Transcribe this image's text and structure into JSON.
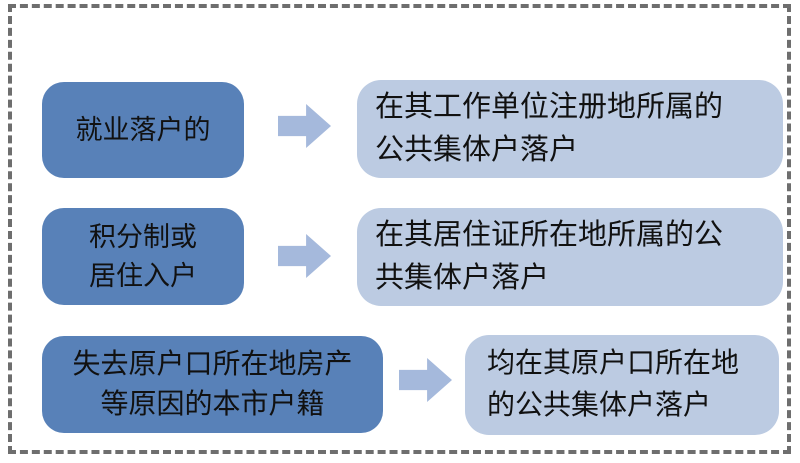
{
  "diagram": {
    "type": "flow-diagram",
    "rows": [
      {
        "source_lines": [
          "就业落户的"
        ],
        "result_lines": [
          "在其工作单位注册地所属的",
          "公共集体户落户"
        ]
      },
      {
        "source_lines": [
          "积分制或",
          "居住入户"
        ],
        "result_lines": [
          "在其居住证所在地所属的公",
          "共集体户落户"
        ]
      },
      {
        "source_lines": [
          "失去原户口所在地房产",
          "等原因的本市户籍"
        ],
        "result_lines": [
          "均在其原户口所在地",
          "的公共集体户落户"
        ]
      }
    ]
  },
  "icons": {
    "arrow": "right-block-arrow"
  },
  "colors": {
    "source_box_fill": "#5881B8",
    "result_box_fill": "#BCCBE2",
    "arrow_fill": "#A5B9DC",
    "frame_color": "#6E6E6E",
    "text_color": "#111111",
    "canvas_bg": "#FFFFFF"
  }
}
